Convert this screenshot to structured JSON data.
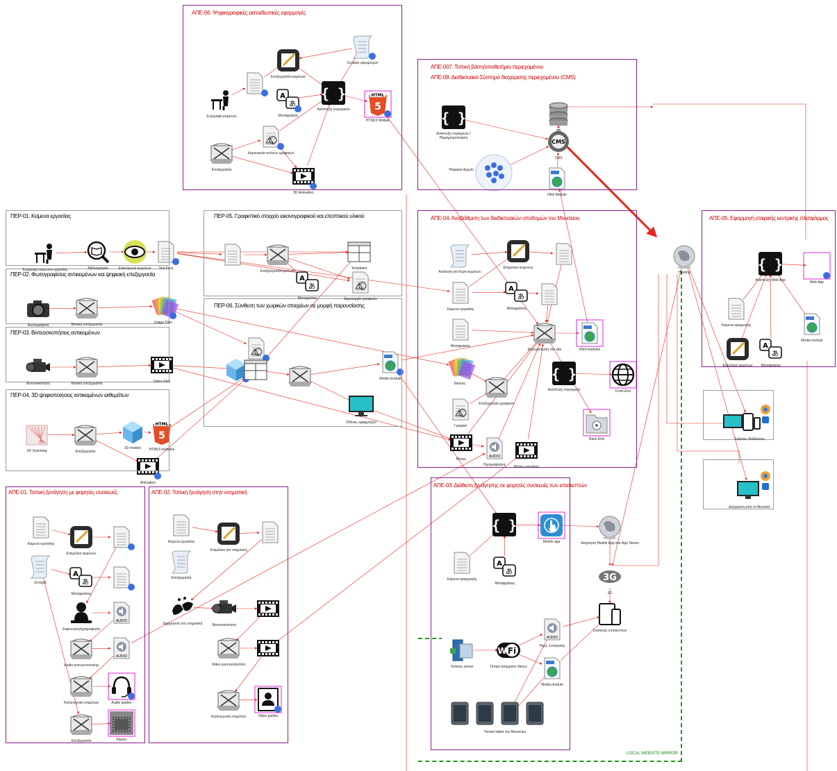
{
  "groups": {
    "ape06": "ΑΠΕ-06. Ψηφιογραφικές εκπαιδευτικές εφαρμογές",
    "ape07": "ΑΠΕ-007. Τοπική βάση/αποθετήριο περιεχομένου",
    "ape08": "ΑΠΕ-08. Διαδικτυακό Σύστημα διαχείρισης περιεχομένου (CMS)",
    "per01": "ΠΕΡ-01. Κείμενα εργασίας",
    "per05": "ΠΕΡ-05. Γραφιστικό στοιχείο εικονογραφικού και εποπτικού υλικού",
    "ape04": "ΑΠΕ-04. Αναβάθμιση των διαδικτυακών υποδομών του Μουσείου",
    "ape05": "ΑΠΕ-05. Εφαρμογή εταιρικής κεντρικής πλατφόρμας",
    "per02": "ΠΕΡ-02. Φωτογραφίσεις αντικειμένων και ψηφιακή επεξεργασία",
    "per06": "ΠΕΡ-06. Σύνθεση των χωρικών στοιχείων σε μορφή παρουσίασης",
    "per03": "ΠΕΡ-03. Βιντεοσκοπήσεις αντικειμένων",
    "per04": "ΠΕΡ-04. 3D ψηφιοποιήσεις αντικειμένων εκθεμάτων",
    "apei01": "ΑΠΕ-01. Τοπική ξενάγηση με φορητές συσκευές",
    "apei02": "ΑΠΕ-02. Τοπική ξενάγηση στην νοηματική",
    "ape03": "ΑΠΕ-03. Διάθεση ξενάγησης σε φορητές συσκευές των επισκεπτών",
    "local_web_mirror": "LOCAL WEBSITE MIRROR"
  },
  "nodes": {
    "ape06_editor": "Επεξεργασία κειμένων",
    "ape06_doc": "",
    "ape06_scroll": "Σενάρια εφαρμογών",
    "ape06_person": "Συγγραφή κειμένων",
    "ape06_translate": "Μεταφράσεις",
    "ape06_code": "Ανάπτυξη λογισμικού",
    "ape06_html5": "HTML5 Module",
    "ape06_monitor": "Επεξεργασία",
    "ape06_shapes": "Δημιουργία εικόνων γραφικών",
    "ape06_video": "3D Animation",
    "ape07_code": "Ανάπτυξη λογισμικού / Παραμετροποίηση",
    "ape07_db": "DB",
    "ape07_cms": "CMS",
    "ape07_dots": "Ψηφιακό Αρχείο",
    "ape07_html": "Html Module",
    "hosting": "Hosting",
    "per01_person": "Συγγραφή κειμένων εργασίας",
    "per01_book": "Βιβλιογραφία",
    "per01_eye": "Επικύρωση κειμένων",
    "per01_text": "Text Files",
    "per05_doc": "",
    "per05_monitor": "Επεξεργασία/πρότυπα",
    "per05_templates": "Templates",
    "per05_translate": "Μεταφράσεις",
    "per05_shapes": "Δημιουργία γραφικών",
    "ape04_scroll": "Ανάλυση και δομή κειμένων",
    "ape04_editor": "Επιμέλεια κειμένων",
    "ape04_doc1": "",
    "ape04_doc2": "Κείμενα εργασίας",
    "ape04_translate": "Μεταφράσεις",
    "ape04_doc3": "",
    "ape04_doc4": "Μεταφράσεις",
    "ape04_monitor": "Ενσωμάτωση στο site",
    "ape04_html": "Html modules",
    "ape04_code": "Ανάπτυξη λογισμικού",
    "ape04_globe": "Front End",
    "ape04_folder": "Back End",
    "ape04_photos": "Εικόνες",
    "ape04_monitor2": "Επεξεργασία γραφικών",
    "ape04_shapes": "Γραφικά",
    "ape04_film": "Βίντεο",
    "ape04_audio": "Ηχογραφήσεις",
    "ape04_film2": "Βίντεο μουσείου",
    "ape05_code": "Ανάπτυξη Web App",
    "ape05_webapp": "Web App",
    "ape05_doc": "Κείμενα εφαρμογής",
    "ape05_editor": "Επιμέλεια κειμένων",
    "ape05_translate": "Μεταφράσεις",
    "ape05_html": "Media module",
    "client1": "Χρήστες διαδικτύου",
    "client2": "Διαχείριση από το Μουσείο",
    "per02_camera": "Φωτογράφιση",
    "per02_monitor": "Βασική επεξεργασία",
    "per02_photos": "Image Files",
    "per06_cube": "",
    "per06_shapes": "",
    "per06_win": "",
    "per06_monitor": "",
    "per06_html": "Media module",
    "per06_screen": "Οθόνες εφαρμογών",
    "per03_camcorder": "Βιντεοσκόπηση",
    "per03_monitor": "Βασική επεξεργασία",
    "per03_film": "Video Files",
    "per04_scan": "3D Scanning",
    "per04_monitor": "Επεξεργασία",
    "per04_cube": "3D models",
    "per04_html5": "HTML5 modules",
    "per04_anim": "Animation",
    "apei01_doc": "Κείμενα εργασίας",
    "apei01_editor": "Επιμέλεια κειμένων",
    "apei01_doc2": "",
    "apei01_scroll": "Σενάρια",
    "apei01_translate": "Μεταφράσεις",
    "apei01_doc3": "",
    "apei01_speaker": "Εκφώνηση/ηχογράφηση",
    "apei01_audio": "",
    "apei01_monitor": "Audio post-processing",
    "apei01_audio2": "",
    "apei01_monitor2": "Καλλιτεχνική επιμέλεια",
    "apei01_guide": "Audio guides",
    "apei01_monitor3": "Επεξεργασία",
    "apei01_plan": "Χάρτες",
    "apei02_doc": "Κείμενα εργασίας",
    "apei02_editor": "Επιμέλεια για νοηματική",
    "apei02_doc2": "",
    "apei02_scroll": "Επεξεργασία",
    "apei02_sign": "Διερμηνεία στη νοηματική",
    "apei02_camcorder": "Βιντεοσκόπηση",
    "apei02_film": "",
    "apei02_monitor": "Video post-production",
    "apei02_film2": "",
    "apei02_monitor2": "Καλλιτεχνική επιμέλεια",
    "apei02_vguide": "Video guides",
    "ape03_code": "",
    "ape03_mobile": "Mobile app",
    "ape03_store": "Αναρτηση Mobile App στα App Stores",
    "ape03_doc": "Κείμενα εφαρμογής",
    "ape03_translate": "Μεταφράσεις",
    "ape03_3g": "3G",
    "ape03_devices": "Συσκευές επισκεπτών",
    "ape03_audio": "Ήχος Ξενάγησης",
    "ape03_html": "Media module",
    "ape03_server": "Τοπικός server",
    "ape03_wifi": "Τοπικό ασύρματο δίκτυο",
    "ape03_tablets": "Τοπικά tablet του Μουσείου"
  },
  "colors": {
    "red": "#e8261b",
    "purple": "#8a1c8a",
    "green": "#1a9a1a",
    "blue": "#3b6fe0"
  }
}
